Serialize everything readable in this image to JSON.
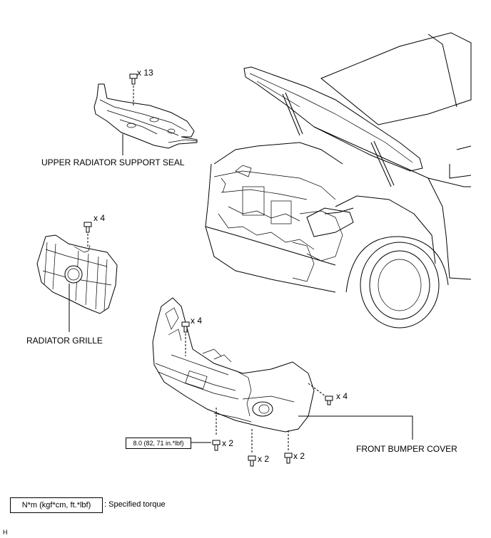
{
  "labels": {
    "upper_seal": "UPPER RADIATOR SUPPORT SEAL",
    "grille": "RADIATOR GRILLE",
    "bumper": "FRONT BUMPER COVER"
  },
  "quantities": {
    "seal_clips": "x 13",
    "grille_clips": "x 4",
    "bumper_top_clips": "x 4",
    "bumper_side_clips": "x 4",
    "bumper_bolt_left": "x 2",
    "bumper_bolt_mid": "x 2",
    "bumper_bolt_right": "x 2"
  },
  "torque": {
    "value": "8.0 (82, 71 in.*lbf)"
  },
  "legend": {
    "box_text": "N*m (kgf*cm, ft.*lbf)",
    "description": ": Specified torque"
  },
  "figure_code": "H"
}
